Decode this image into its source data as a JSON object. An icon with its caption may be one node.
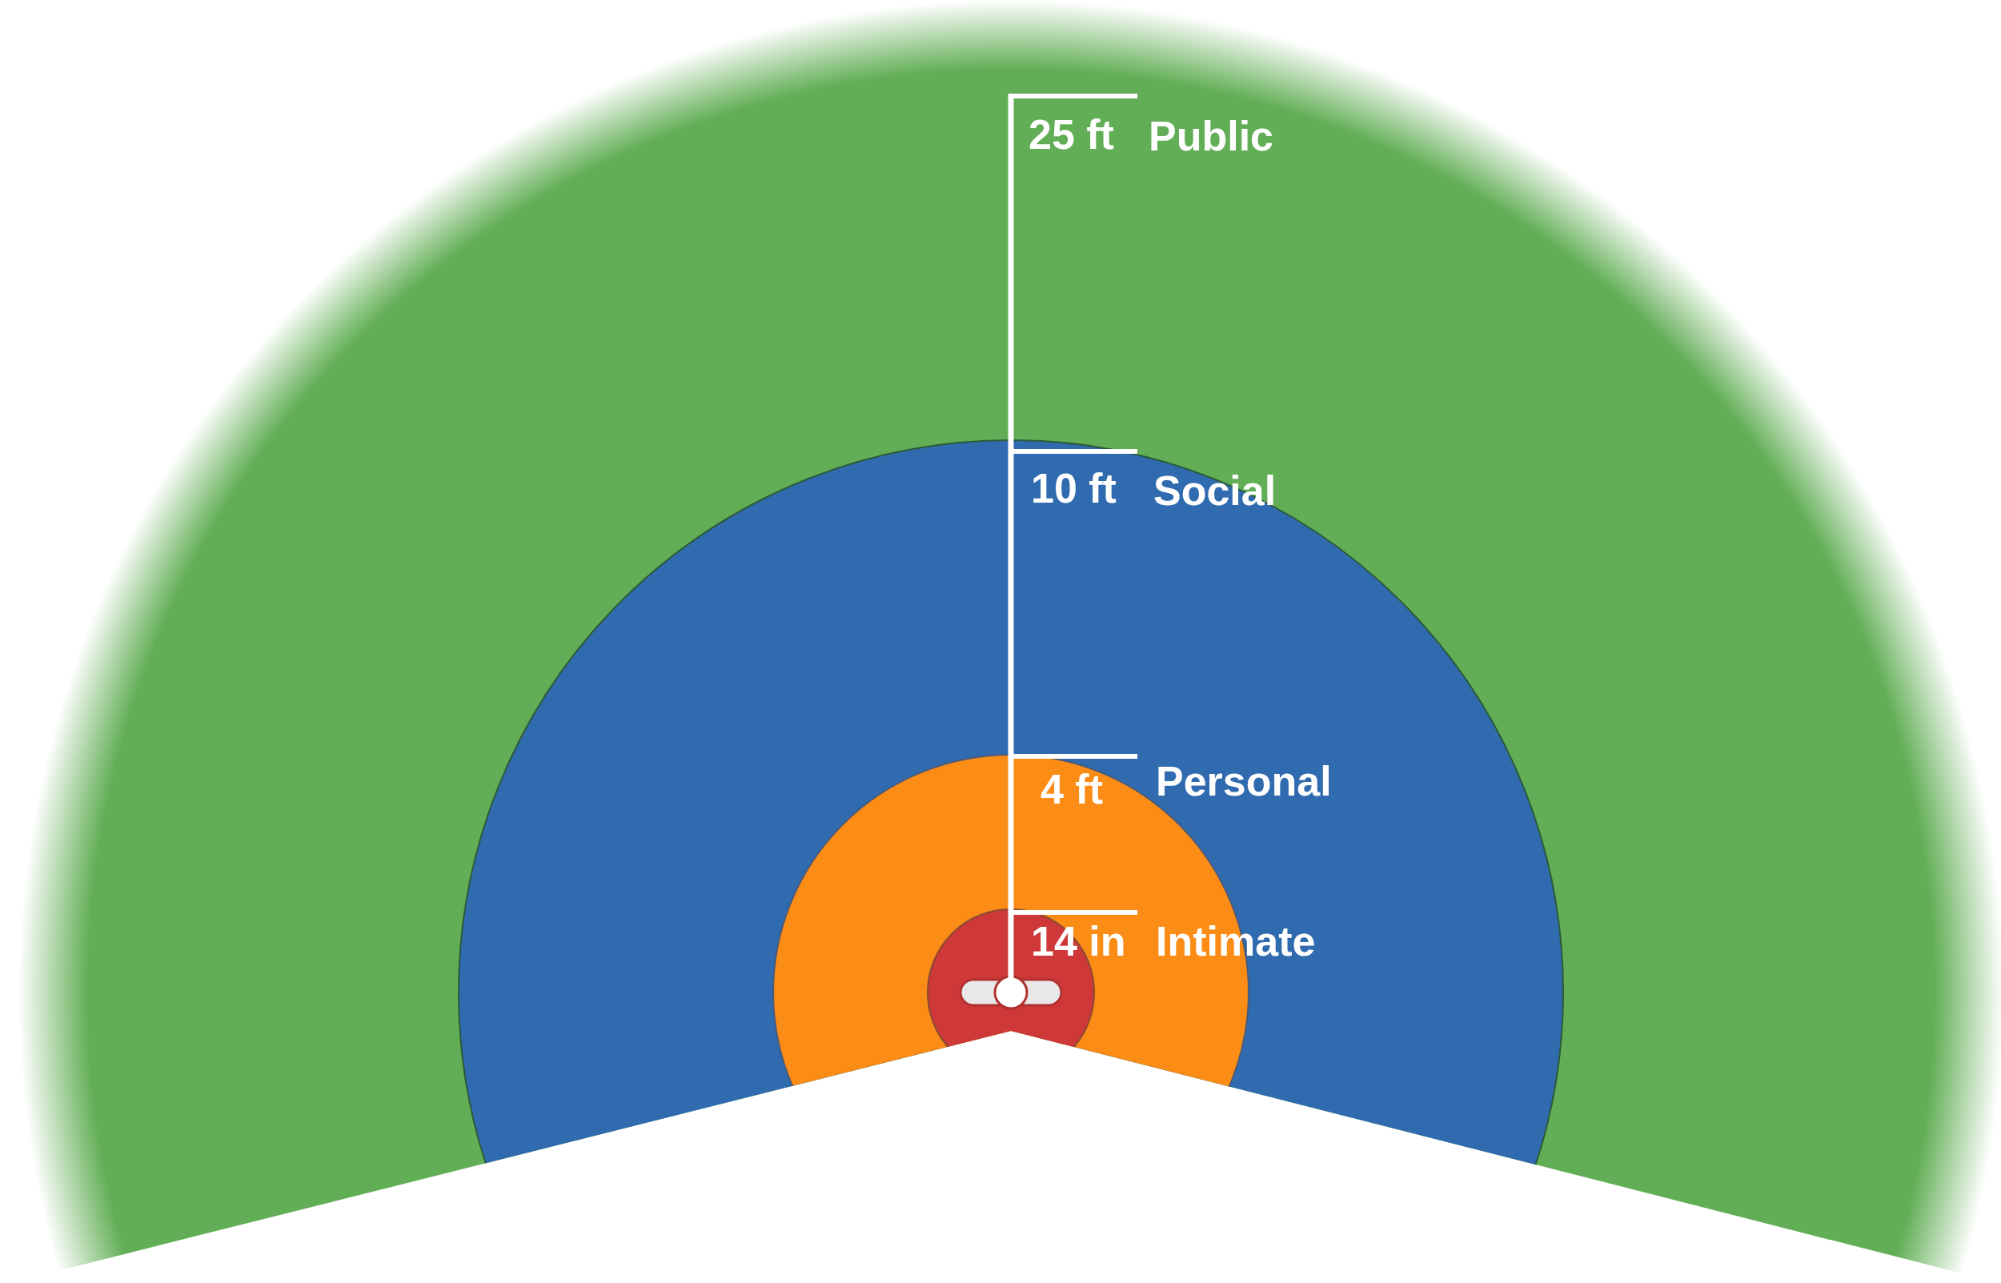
{
  "diagram": {
    "labels": [
      "25 ft",
      "Public",
      "10 ft",
      "Social",
      "4 ft",
      "Personal",
      "14 in",
      "Intimate"
    ]
  }
}
